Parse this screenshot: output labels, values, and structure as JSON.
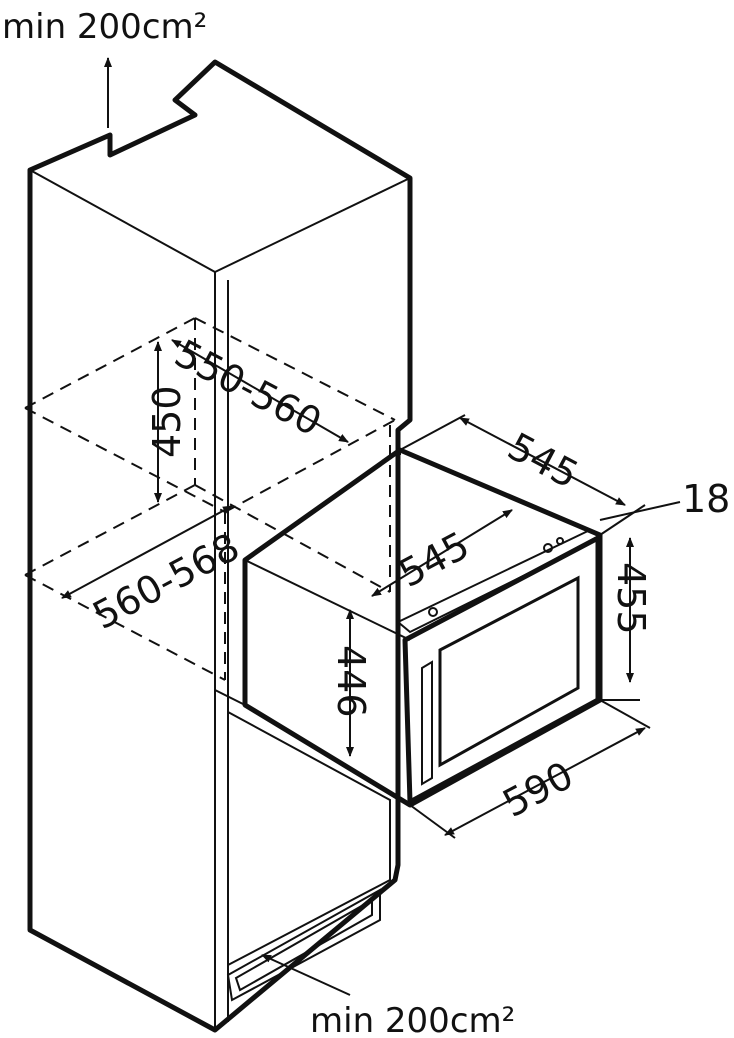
{
  "ventilation": {
    "top": "min 200cm²",
    "bottom": "min 200cm²"
  },
  "niche": {
    "height": "450",
    "depth": "550-560",
    "width": "560-568"
  },
  "appliance": {
    "depth_top": "545",
    "depth_side": "545",
    "door_thickness": "18",
    "height_front": "455",
    "height_body": "446",
    "width": "590"
  }
}
